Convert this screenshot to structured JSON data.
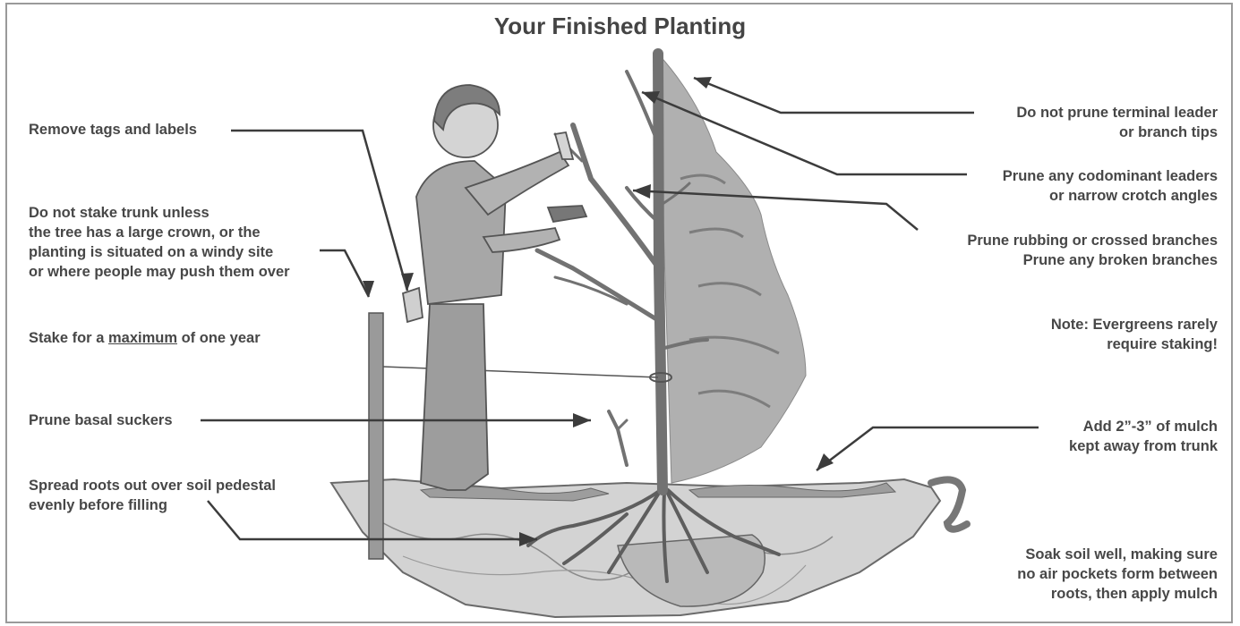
{
  "title": "Your Finished Planting",
  "labels": {
    "remove_tags": "Remove tags and labels",
    "no_stake_1": "Do not stake trunk unless",
    "no_stake_2": "the tree has a large crown, or the",
    "no_stake_3": "planting is situated on a windy site",
    "no_stake_4": "or where people may push them over",
    "stake_pre": "Stake for a ",
    "stake_em": "maximum",
    "stake_post": " of one year",
    "basal": "Prune basal suckers",
    "spread_1": "Spread roots out over soil pedestal",
    "spread_2": "evenly before filling",
    "leader_1": "Do not prune terminal leader",
    "leader_2": "or branch tips",
    "codom_1": "Prune any codominant leaders",
    "codom_2": "or narrow crotch angles",
    "rub_1": "Prune rubbing or crossed branches",
    "rub_2": "Prune any broken branches",
    "note_1": "Note: Evergreens rarely",
    "note_2": "require staking!",
    "mulch_1": "Add 2”-3” of mulch",
    "mulch_2": "kept away from trunk",
    "soak_1": "Soak soil well, making sure",
    "soak_2": "no air pockets form between",
    "soak_3": "roots, then apply mulch"
  },
  "colors": {
    "text": "#474747",
    "leader": "#3c3c3c",
    "trunk": "#7a7a7a",
    "soil": "#cfcfcf",
    "evergreen": "#a8a8a8"
  }
}
